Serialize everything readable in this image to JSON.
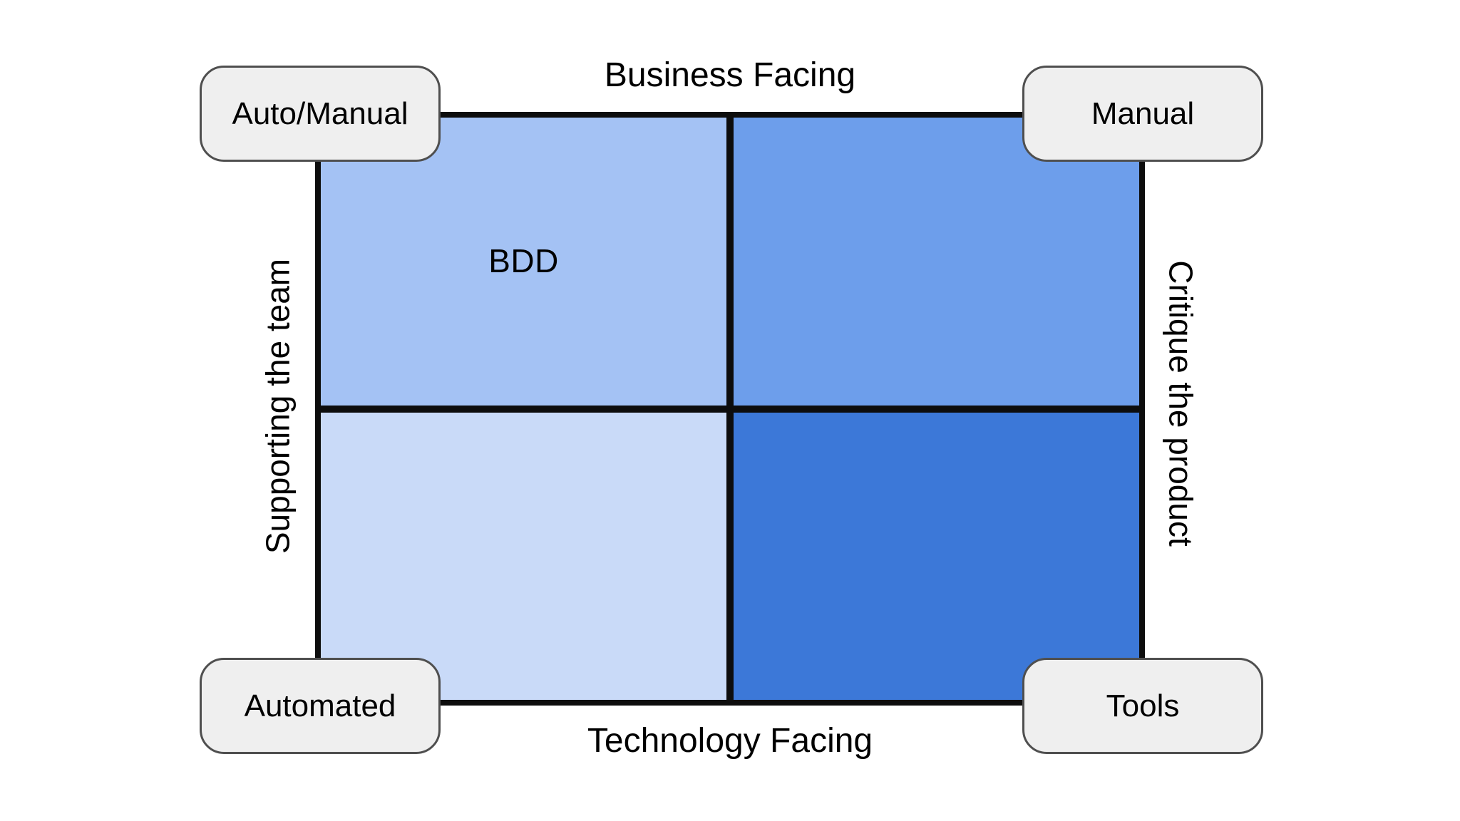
{
  "diagram": {
    "axes": {
      "top": "Business Facing",
      "bottom": "Technology Facing",
      "left": "Supporting the team",
      "right": "Critique the product"
    },
    "badges": {
      "top_left": "Auto/Manual",
      "top_right": "Manual",
      "bottom_left": "Automated",
      "bottom_right": "Tools"
    },
    "quadrants": {
      "top_left": {
        "label": "BDD",
        "color": "#a4c2f4"
      },
      "top_right": {
        "label": "",
        "color": "#6d9eeb"
      },
      "bottom_left": {
        "label": "",
        "color": "#c9daf8"
      },
      "bottom_right": {
        "label": "",
        "color": "#3c78d8"
      }
    },
    "colors": {
      "background": "#ffffff",
      "line": "#0d0d0d",
      "text": "#000000",
      "badge_fill": "#efefef",
      "badge_border": "#4f4f4f"
    }
  }
}
